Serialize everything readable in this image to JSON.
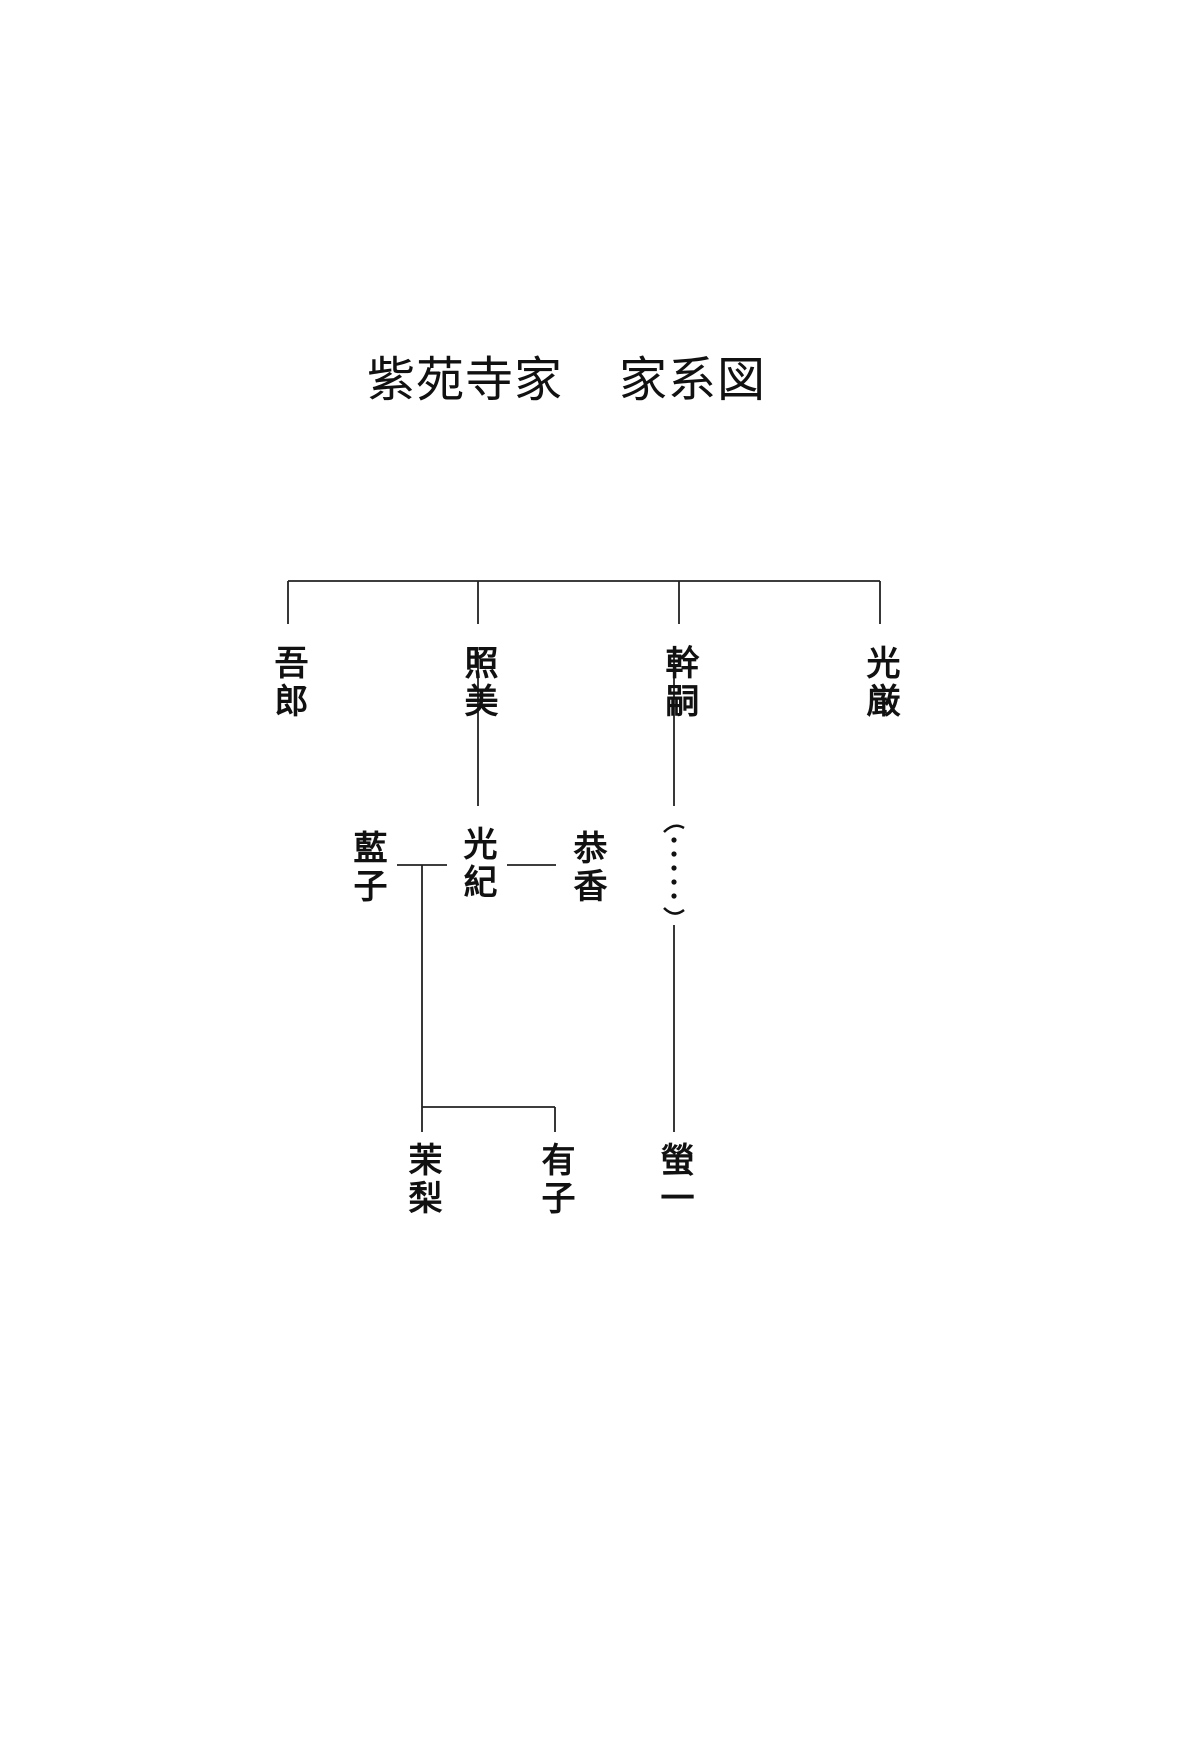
{
  "title": {
    "family": "紫苑寺家",
    "subtitle": "家系図"
  },
  "generation1": [
    {
      "name": "吾郎"
    },
    {
      "name": "照美"
    },
    {
      "name": "幹嗣"
    },
    {
      "name": "光厳"
    }
  ],
  "generation2": [
    {
      "name": "藍子"
    },
    {
      "name": "光紀"
    },
    {
      "name": "恭香"
    }
  ],
  "generation2_unknown": "(……)",
  "generation3": [
    {
      "name": "茉梨"
    },
    {
      "name": "有子"
    },
    {
      "name": "螢一"
    }
  ]
}
